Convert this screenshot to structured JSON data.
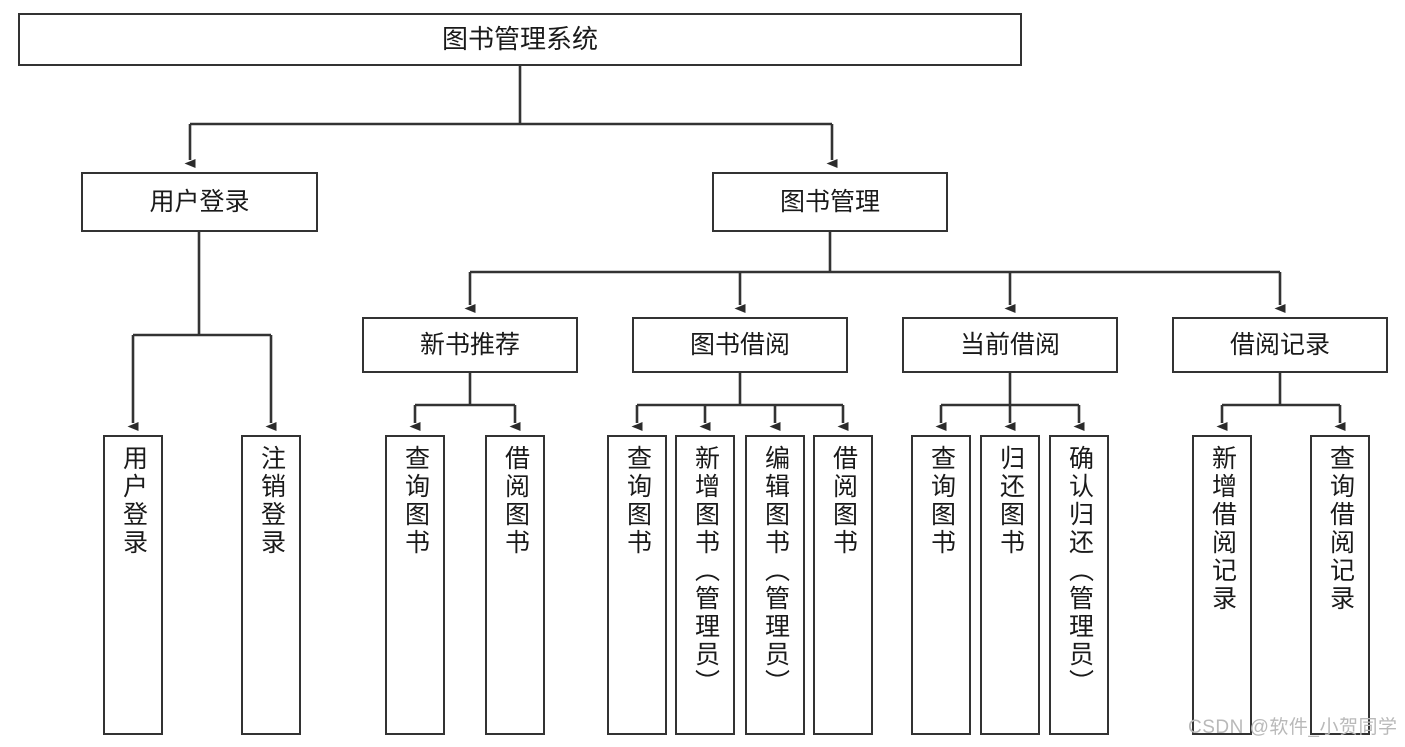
{
  "diagram": {
    "title": "图书管理系统",
    "type": "tree-hierarchy",
    "orientation": "top-down",
    "root": {
      "label": "图书管理系统"
    },
    "level2": [
      {
        "label": "用户登录"
      },
      {
        "label": "图书管理"
      }
    ],
    "level3": [
      {
        "label": "新书推荐"
      },
      {
        "label": "图书借阅"
      },
      {
        "label": "当前借阅"
      },
      {
        "label": "借阅记录"
      }
    ],
    "leaves": {
      "user_login": [
        {
          "label": "用户登录"
        },
        {
          "label": "注销登录"
        }
      ],
      "new_book_recommend": [
        {
          "label": "查询图书"
        },
        {
          "label": "借阅图书"
        }
      ],
      "book_borrow": [
        {
          "label": "查询图书"
        },
        {
          "label": "新增图书（管理员）"
        },
        {
          "label": "编辑图书（管理员）"
        },
        {
          "label": "借阅图书"
        }
      ],
      "current_borrow": [
        {
          "label": "查询图书"
        },
        {
          "label": "归还图书"
        },
        {
          "label": "确认归还（管理员）"
        }
      ],
      "borrow_record": [
        {
          "label": "新增借阅记录"
        },
        {
          "label": "查询借阅记录"
        }
      ]
    }
  },
  "watermark": {
    "text": "CSDN @软件_小贺同学"
  },
  "colors": {
    "box_border": "#333333",
    "box_fill": "#ffffff",
    "connector": "#333333",
    "text": "#1a1a1a",
    "watermark": "#b9b9b9"
  }
}
